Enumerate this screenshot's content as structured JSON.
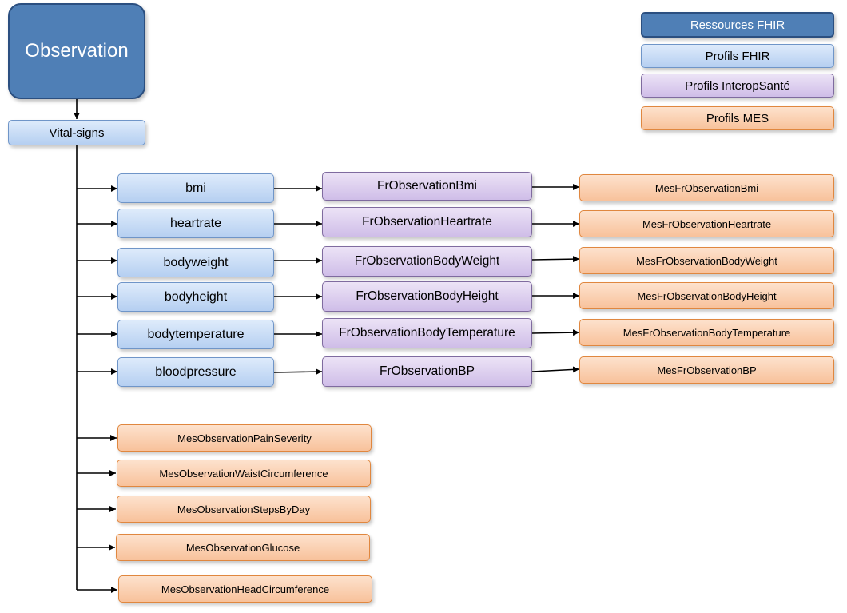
{
  "diagram": {
    "root": "Observation",
    "vital_signs": "Vital-signs",
    "rows": [
      {
        "fhir": "bmi",
        "interop": "FrObservationBmi",
        "mes": "MesFrObservationBmi"
      },
      {
        "fhir": "heartrate",
        "interop": "FrObservationHeartrate",
        "mes": "MesFrObservationHeartrate"
      },
      {
        "fhir": "bodyweight",
        "interop": "FrObservationBodyWeight",
        "mes": "MesFrObservationBodyWeight"
      },
      {
        "fhir": "bodyheight",
        "interop": "FrObservationBodyHeight",
        "mes": "MesFrObservationBodyHeight"
      },
      {
        "fhir": "bodytemperature",
        "interop": "FrObservationBodyTemperature",
        "mes": "MesFrObservationBodyTemperature"
      },
      {
        "fhir": "bloodpressure",
        "interop": "FrObservationBP",
        "mes": "MesFrObservationBP"
      }
    ],
    "mes_direct": [
      "MesObservationPainSeverity",
      "MesObservationWaistCircumference",
      "MesObservationStepsByDay",
      "MesObservationGlucose",
      "MesObservationHeadCircumference"
    ]
  },
  "legend": {
    "resources": "Ressources FHIR",
    "fhir_profiles": "Profils FHIR",
    "interop_profiles": "Profils InteropSanté",
    "mes_profiles": "Profils MES"
  },
  "colors": {
    "resource": "#4f7fb6",
    "fhir_profile": "#c6dbf5",
    "interop_profile": "#ddd0ef",
    "mes_profile": "#fbd1b1",
    "connector": "#000000"
  }
}
